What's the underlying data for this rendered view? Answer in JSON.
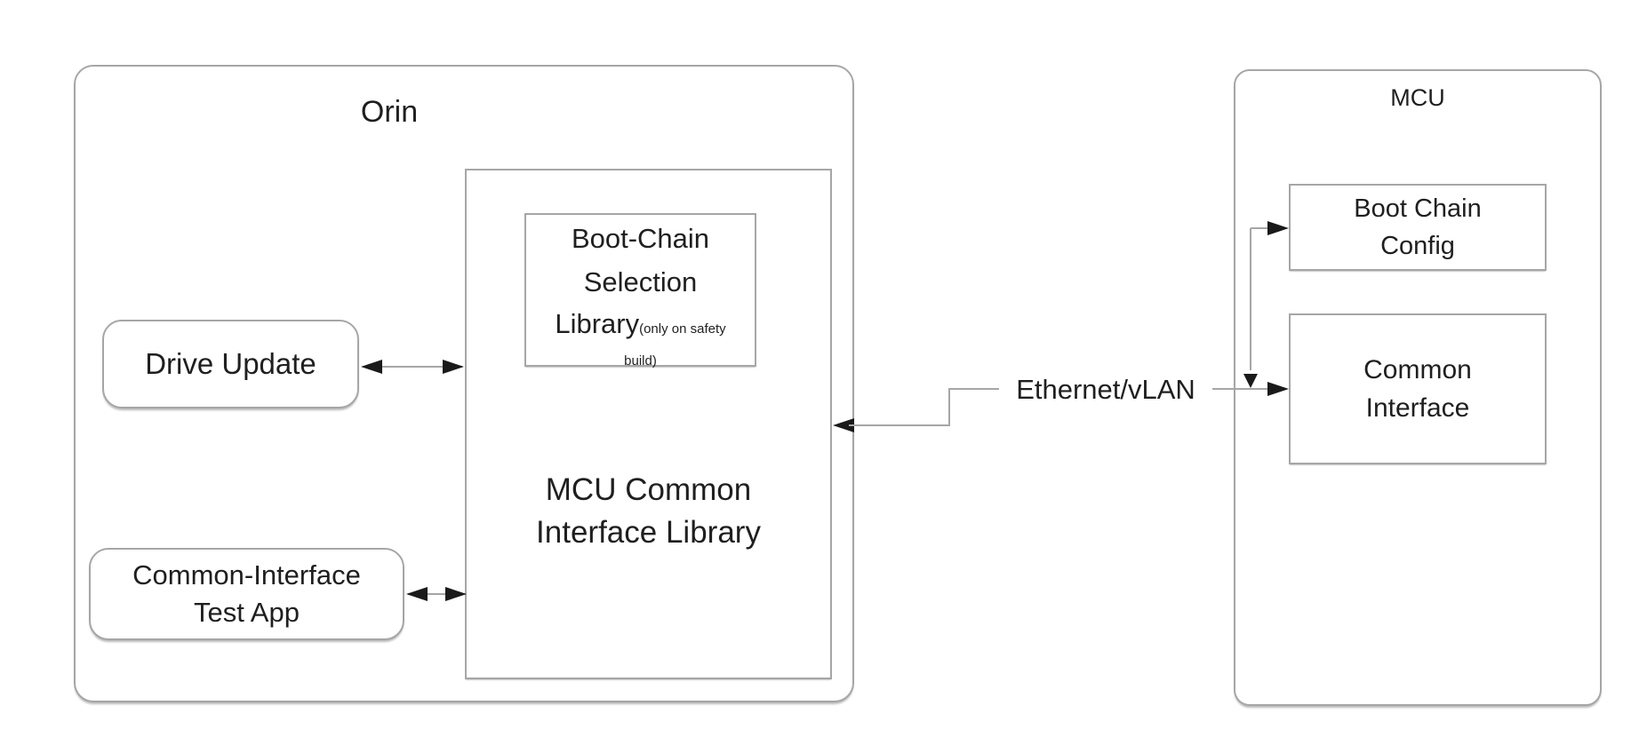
{
  "colors": {
    "border": "#a6a6a6",
    "arrow": "#1a1a1a",
    "text": "#1f1f1f",
    "background": "#ffffff"
  },
  "orin": {
    "label": "Orin",
    "drive_update": {
      "label": "Drive Update"
    },
    "test_app": {
      "line1": "Common-Interface",
      "line2": "Test App"
    },
    "library": {
      "line1": "MCU Common",
      "line2": "Interface Library",
      "boot_chain_selection": {
        "line1": "Boot-Chain",
        "line2": "Selection",
        "line3_main": "Library",
        "line3_note": "(only on safety",
        "line4_note": "build)"
      }
    }
  },
  "connection": {
    "label": "Ethernet/vLAN"
  },
  "mcu": {
    "label": "MCU",
    "boot_chain_config": {
      "line1": "Boot Chain",
      "line2": "Config"
    },
    "common_interface": {
      "line1": "Common",
      "line2": "Interface"
    }
  }
}
